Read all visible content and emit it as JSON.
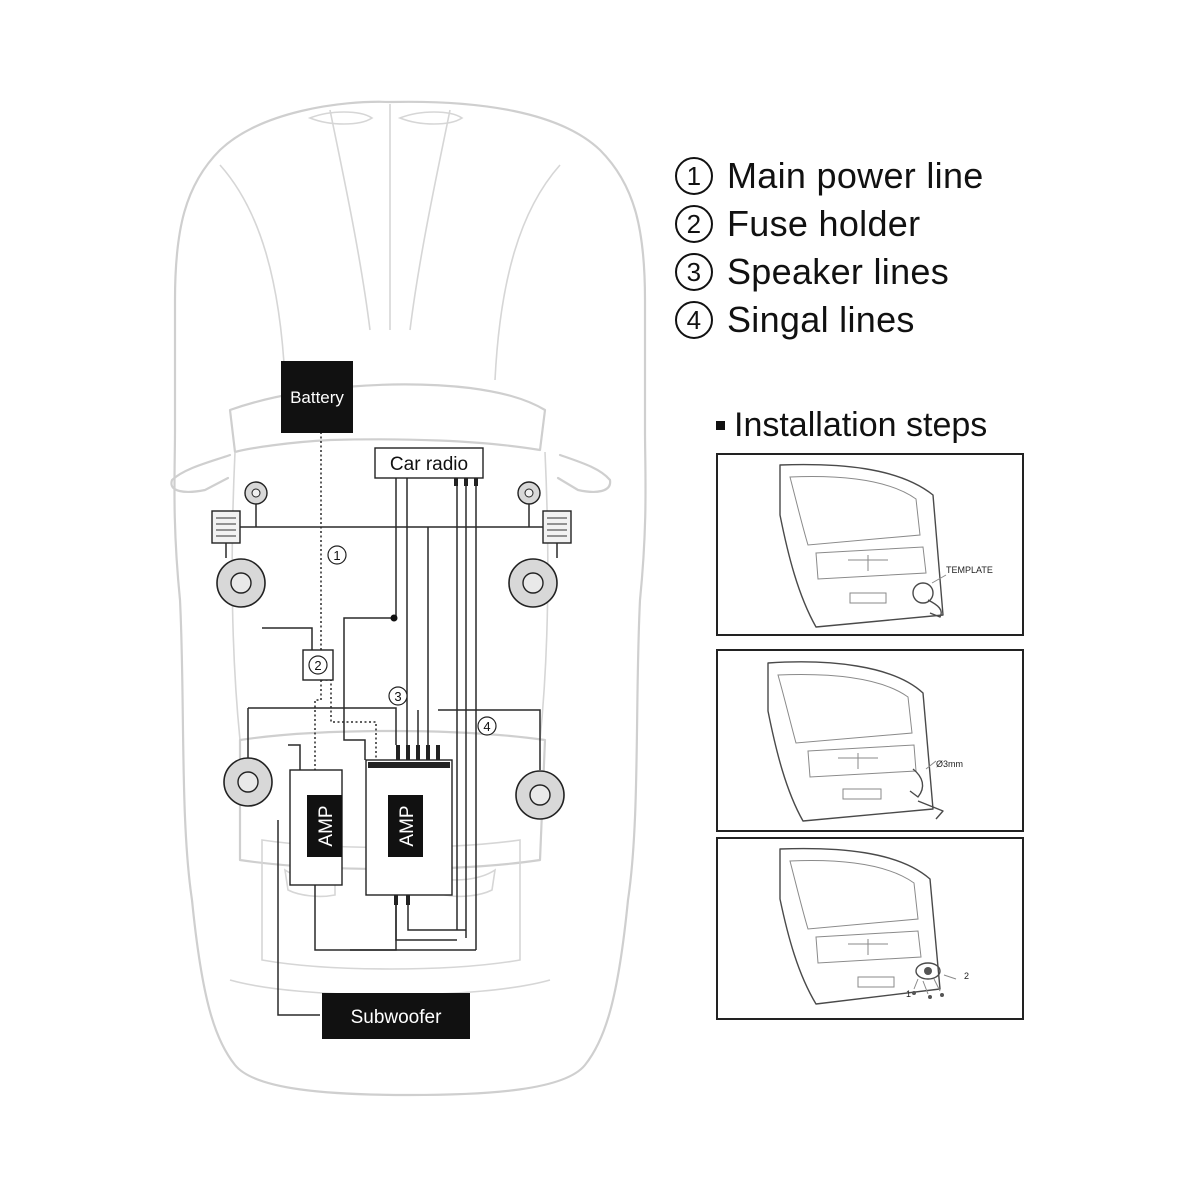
{
  "legend": [
    {
      "num": "1",
      "label": "Main power line"
    },
    {
      "num": "2",
      "label": "Fuse holder"
    },
    {
      "num": "3",
      "label": "Speaker lines"
    },
    {
      "num": "4",
      "label": "Singal lines"
    }
  ],
  "components": {
    "battery": "Battery",
    "car_radio": "Car radio",
    "amp_left": "AMP",
    "amp_right": "AMP",
    "subwoofer": "Subwoofer"
  },
  "wire_markers": {
    "m1": "1",
    "m2": "2",
    "m3": "3",
    "m4": "4"
  },
  "installation": {
    "title": "Installation steps",
    "step1_annotation": "TEMPLATE",
    "step2_annotation": "Ø3mm",
    "step3_annotation_a": "1",
    "step3_annotation_b": "2"
  },
  "colors": {
    "car_outline": "#cfcfcf",
    "wire": "#2a2a2a",
    "component_fill": "#111111"
  }
}
